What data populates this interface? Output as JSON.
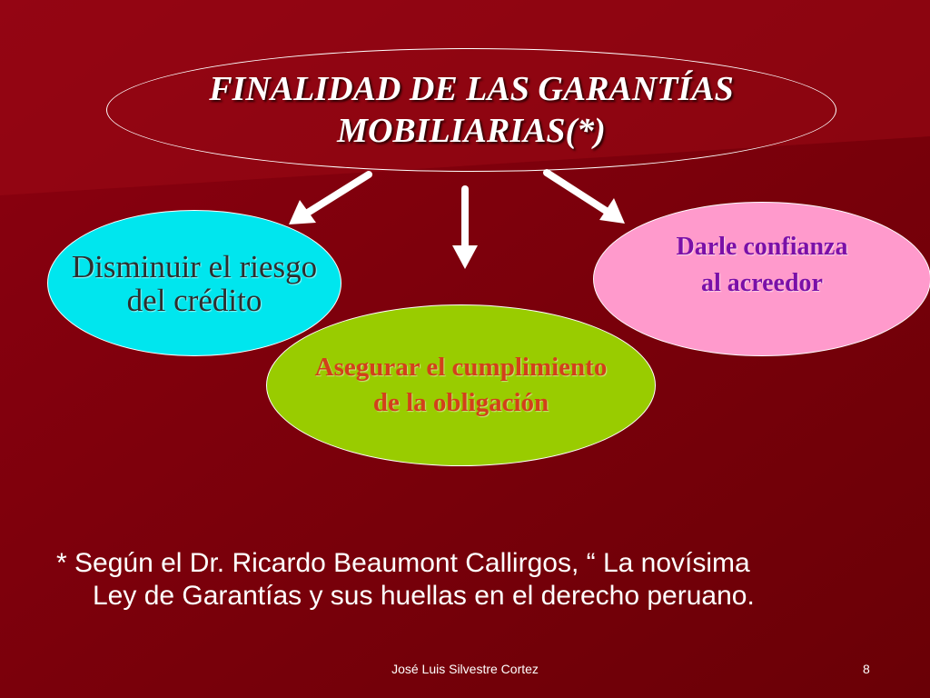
{
  "slide": {
    "title": {
      "line1": "FINALIDAD DE LAS GARANTÍAS",
      "line2": "MOBILIARIAS(*)"
    },
    "bubbles": {
      "risk": {
        "line1": "Disminuir el riesgo",
        "line2": "del crédito",
        "color": "#00e6ee"
      },
      "trust": {
        "line1": "Darle confianza",
        "line2": "al acreedor",
        "color": "#ff9acc"
      },
      "secure": {
        "line1": "Asegurar el cumplimiento",
        "line2": "de la obligación",
        "color": "#99cc00"
      }
    },
    "footnote": {
      "line1": "* Según el Dr. Ricardo Beaumont Callirgos, “ La novísima",
      "line2": "Ley de Garantías y sus huellas en el derecho peruano."
    },
    "footer": {
      "author": "José Luis Silvestre Cortez",
      "page_number": "8"
    },
    "colors": {
      "background": "#7a0009",
      "text": "#ffffff"
    }
  }
}
